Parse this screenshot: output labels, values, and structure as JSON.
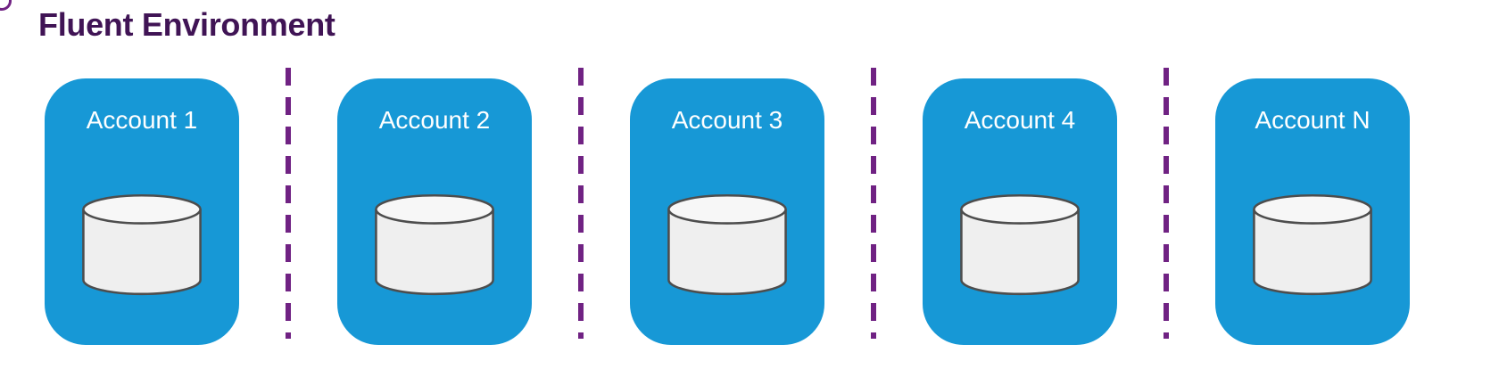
{
  "title": "Fluent Environment",
  "accounts": [
    {
      "label": "Account 1",
      "icon": "database-icon"
    },
    {
      "label": "Account 2",
      "icon": "database-icon"
    },
    {
      "label": "Account 3",
      "icon": "database-icon"
    },
    {
      "label": "Account 4",
      "icon": "database-icon"
    },
    {
      "label": "Account N",
      "icon": "database-icon"
    }
  ],
  "colors": {
    "background": "#ffffff",
    "title_purple": "#401455",
    "divider_purple": "#702283",
    "account_box_blue": "#1798d6",
    "label_text": "#ffffff",
    "cylinder_body": "#efefef",
    "cylinder_top": "#f7f7f7",
    "cylinder_outline": "#4d4d4d"
  }
}
